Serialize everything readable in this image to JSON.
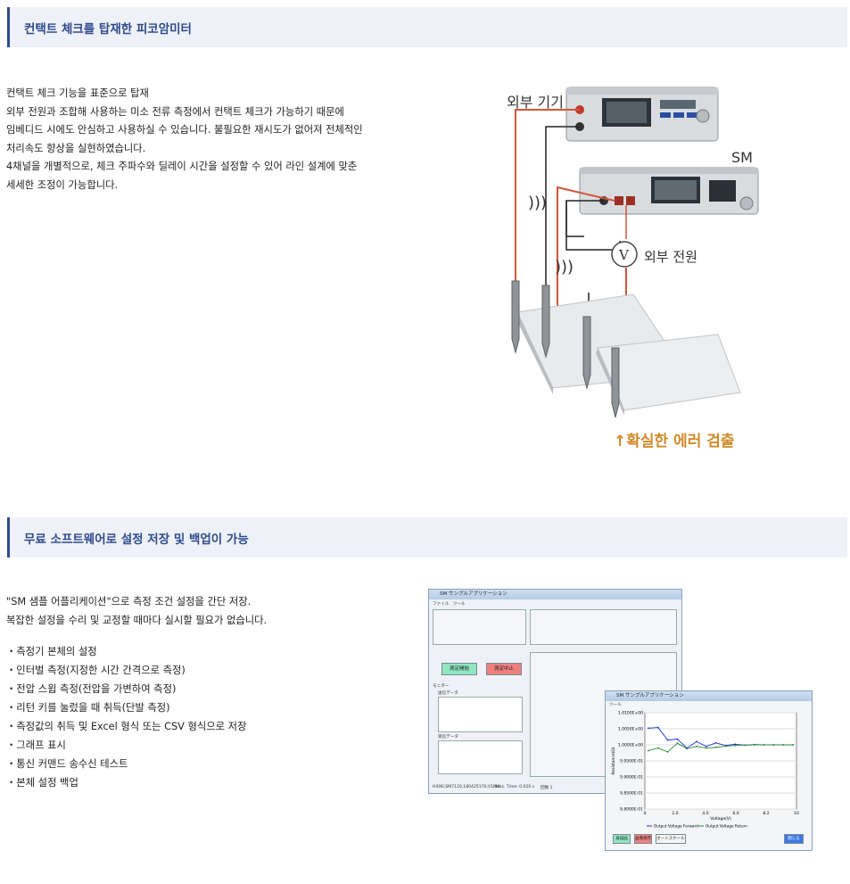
{
  "section1": {
    "title": "컨택트 체크를 탑재한 피코암미터",
    "paragraph_lines": [
      "컨택트 체크 기능을 표준으로 탑재",
      "외부 전원과 조합해 사용하는 미소 전류 측정에서 컨택트 체크가 가능하기 때문에",
      "임베디드 시에도 안심하고 사용하실 수 있습니다. 불필요한 재시도가 없어져 전체적인",
      "처리속도 향상을 실현하였습니다.",
      "4채널을 개별적으로, 체크 주파수와 딜레이 시간을 설정할 수 있어 라인 설계에 맞춘",
      "세세한 조정이 가능합니다."
    ],
    "figure": {
      "label_external_device": "외부 기기",
      "label_sm": "SM",
      "label_v": "V",
      "label_external_power": "외부 전원",
      "label_waves_1": ")))",
      "label_waves_2": ")))",
      "label_error_detection": "↑확실한 에러 검출",
      "colors": {
        "wire_red": "#d2553c",
        "wire_black": "#222222",
        "accent_orange": "#d08a2a"
      }
    }
  },
  "section2": {
    "title": "무료 소프트웨어로 설정 저장 및 백업이 가능",
    "paragraph_lines": [
      "\"SM 샘플 어플리케이션\"으로 측정 조건 설정을 간단 저장.",
      "복잡한 설정을 수리 및 교정할 때마다 실시할 필요가 없습니다."
    ],
    "bullets": [
      "・측정기 본체의 설정",
      "・인터벌 측정(지정한 시간 간격으로 측정)",
      "・전압 스윕 측정(전압을 가변하여 측정)",
      "・리턴 키를 눌렀을 때 취득(단발 측정)",
      "・측정값의 취득 및 Excel 형식 또는 CSV 형식으로 저장",
      "・그래프 표시",
      "・통신 커맨드 송수신 테스트",
      "・본체 설정 백업"
    ],
    "screenshot": {
      "app_title": "SM サンプルアプリケーション",
      "menu": "ファイル　ツール",
      "btn_start": "測定開始",
      "btn_stop": "測定中止",
      "monitor_label": "モニター",
      "send_label": "送信データ",
      "recv_label": "受信データ",
      "status_left": "HIOKI,SM7120,180425170,V1.00",
      "status_mid": "Meas. Time: 0.020 s",
      "status_count": "回数  1",
      "graph_title": "SM サンプルアプリケーション",
      "graph_menu": "ツール",
      "y_ticks": [
        "1.0100E+00",
        "1.0050E+00",
        "1.0000E+00",
        "9.9500E-01",
        "9.9000E-01",
        "9.8500E-01",
        "9.8000E-01"
      ],
      "x_ticks": [
        "0",
        "2.0",
        "4.0",
        "6.0",
        "8.2",
        "10"
      ],
      "x_axis_label": "Voltage(V)",
      "y_axis_label": "Resistance(Ω)",
      "legend_forward": "Output Voltage Forward",
      "legend_return": "Output Voltage Return",
      "graph_btn_1": "再描画",
      "graph_btn_2": "画像保存",
      "graph_btn_3": "オートスケール",
      "graph_btn_close": "閉じる",
      "series_forward": [
        1.0052,
        1.0054,
        1.0015,
        1.0018,
        0.999,
        1.001,
        0.9995,
        1.0006,
        0.9998,
        1.0002,
        0.9999,
        1.0001,
        1.0,
        1.0,
        1.0,
        1.0
      ],
      "series_return": [
        0.9982,
        0.999,
        0.9978,
        1.0005,
        0.9988,
        0.9995,
        0.999,
        0.9992,
        0.9996,
        0.9998,
        0.9999,
        1.0,
        1.0,
        1.0,
        1.0,
        1.0
      ],
      "colors": {
        "forward": "#1f2fd0",
        "return": "#2a8a3a"
      }
    }
  }
}
